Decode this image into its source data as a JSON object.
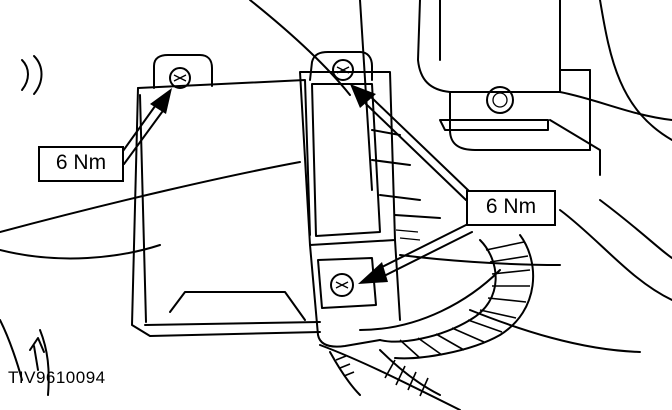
{
  "callouts": {
    "left_torque": "6 Nm",
    "right_torque": "6 Nm"
  },
  "figure_id": "TIV9610094",
  "colors": {
    "ink": "#000000",
    "paper": "#ffffff"
  },
  "icons": {
    "bolt": "hex-socket-bolt-icon",
    "arrow": "leader-arrow-icon"
  }
}
